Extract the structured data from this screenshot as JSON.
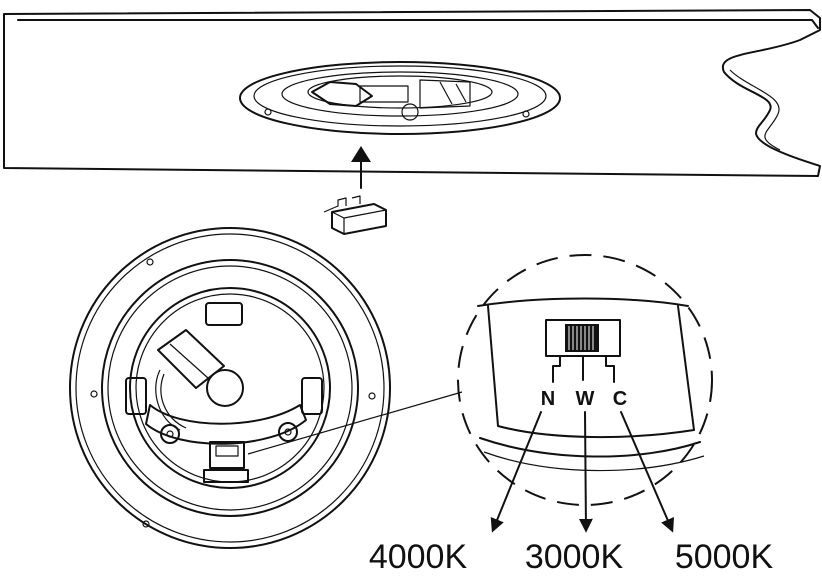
{
  "switch_letters": [
    "N",
    "W",
    "C"
  ],
  "temperature_labels": [
    "4000K",
    "3000K",
    "5000K"
  ]
}
